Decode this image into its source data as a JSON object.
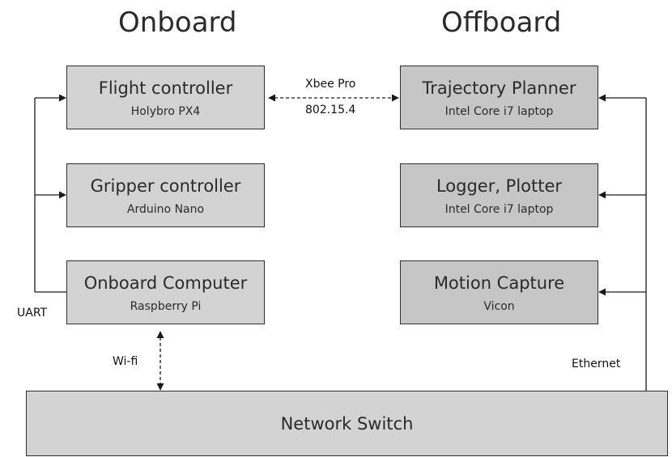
{
  "headings": {
    "onboard": "Onboard",
    "offboard": "Offboard"
  },
  "onboard_boxes": [
    {
      "title": "Flight controller",
      "subtitle": "Holybro PX4"
    },
    {
      "title": "Gripper controller",
      "subtitle": "Arduino Nano"
    },
    {
      "title": "Onboard Computer",
      "subtitle": "Raspberry Pi"
    }
  ],
  "offboard_boxes": [
    {
      "title": "Trajectory Planner",
      "subtitle": "Intel Core i7 laptop"
    },
    {
      "title": "Logger, Plotter",
      "subtitle": "Intel Core i7 laptop"
    },
    {
      "title": "Motion Capture",
      "subtitle": "Vicon"
    }
  ],
  "network_switch": {
    "title": "Network Switch"
  },
  "links": {
    "xbee_name": "Xbee Pro",
    "xbee_protocol": "802.15.4",
    "uart": "UART",
    "wifi": "Wi-fi",
    "ethernet": "Ethernet"
  },
  "colors": {
    "onboard_fill": "#d3d3d3",
    "offboard_fill": "#c6c6c6",
    "line": "#1a1a1a"
  }
}
